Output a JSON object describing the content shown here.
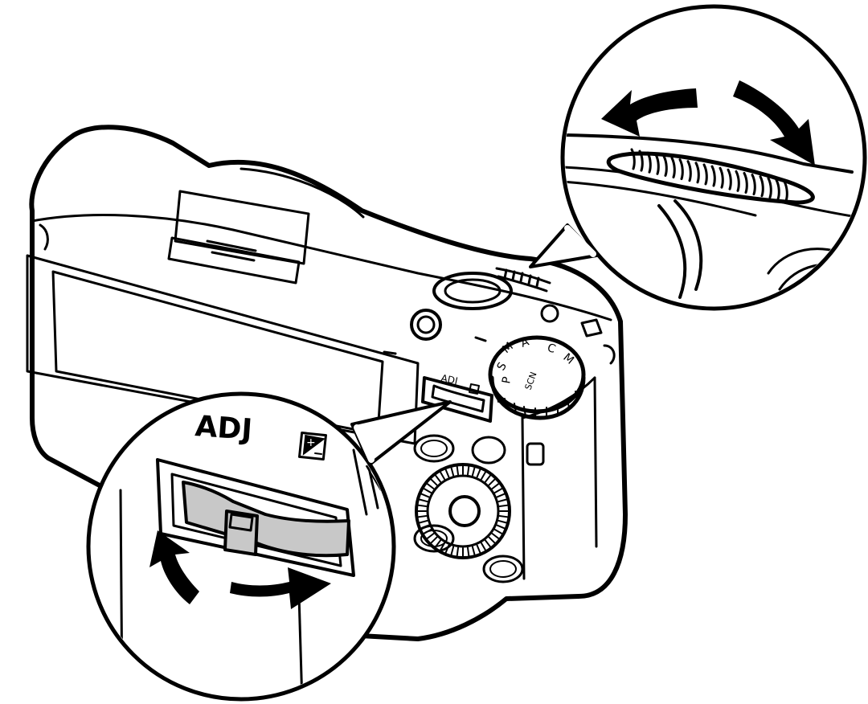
{
  "labels": {
    "adj_small": "ADJ",
    "adj_large": "ADJ",
    "mode_dial": [
      "M",
      "A",
      "S",
      "P",
      "C",
      "M",
      "SCN"
    ]
  },
  "icons": {
    "exposure_comp": "exposure-compensation-icon",
    "rotate_arrows": "curved-double-arrow-icon"
  },
  "colors": {
    "line": "#000000",
    "dial_fill": "#c8c8c8",
    "background": "#ffffff"
  }
}
